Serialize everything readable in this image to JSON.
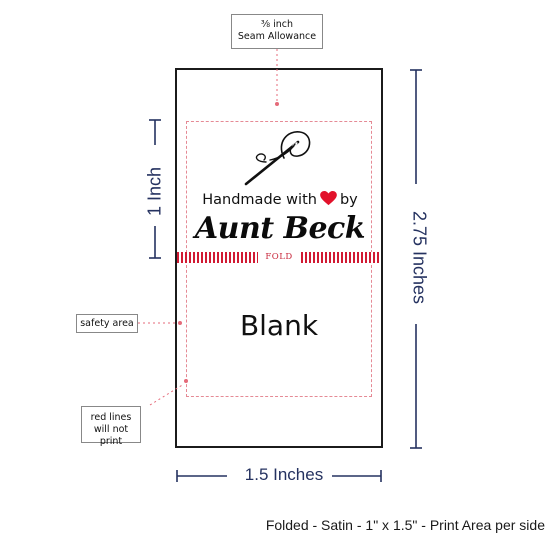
{
  "callouts": {
    "seam_allowance": {
      "line1": "⅜ inch",
      "line2": "Seam Allowance"
    },
    "safety_area": "safety area",
    "red_lines": {
      "line1": "red lines",
      "line2": "will not print"
    }
  },
  "label": {
    "handmade_before": "Handmade with",
    "handmade_after": "by",
    "brand": "Aunt Beck",
    "fold": "FOLD",
    "blank": "Blank"
  },
  "dimensions": {
    "width": "1.5 Inches",
    "height": "2.75 Inches",
    "fold_height": "1 Inch"
  },
  "footer": "Folded - Satin - 1\" x 1.5\" - Print Area per side",
  "colors": {
    "dimension": "#253260",
    "red": "#d11a33",
    "heart": "#e2122b"
  },
  "icons": [
    "needle-thread-icon",
    "heart-icon"
  ]
}
